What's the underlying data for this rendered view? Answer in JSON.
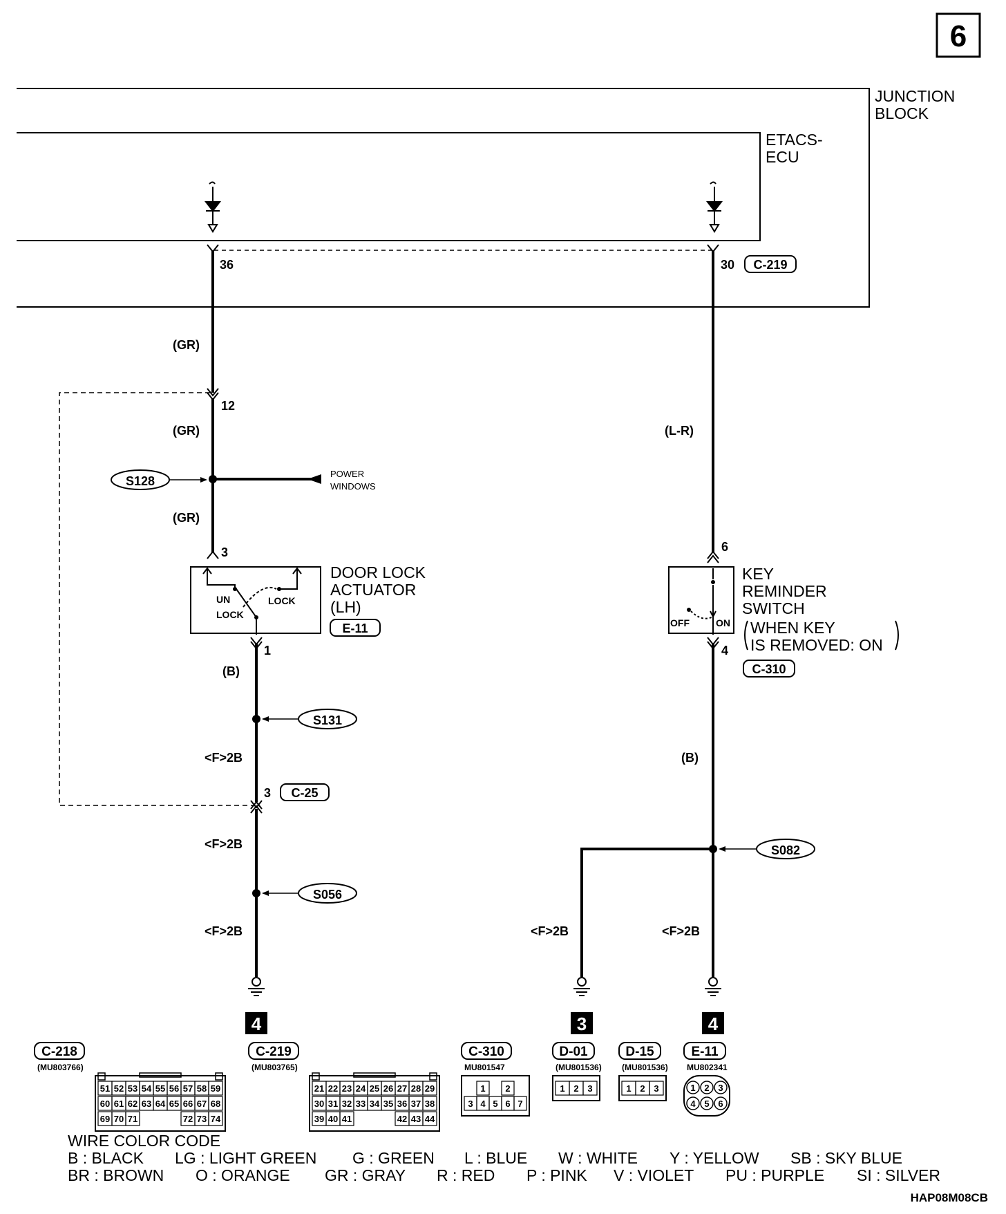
{
  "page_number": "6",
  "junction_block_label": "JUNCTION\nBLOCK",
  "etacs_label": "ETACS-\nECU",
  "left_circuit": {
    "terminal_top": "36",
    "wire_gr_1": "(GR)",
    "terminal_12": "12",
    "wire_gr_2": "(GR)",
    "splice_s128": "S128",
    "power_windows": "POWER\nWINDOWS",
    "wire_gr_3": "(GR)",
    "terminal_3": "3",
    "actuator_label": "DOOR LOCK\nACTUATOR\n(LH)",
    "actuator_connector": "E-11",
    "unlock_label": "UN\nLOCK",
    "lock_label": "LOCK",
    "terminal_1": "1",
    "wire_b": "(B)",
    "splice_s131": "S131",
    "wire_f2b_1": "<F>2B",
    "terminal_3b": "3",
    "connector_c25": "C-25",
    "wire_f2b_2": "<F>2B",
    "splice_s056": "S056",
    "wire_f2b_3": "<F>2B",
    "ground_number": "4"
  },
  "right_circuit": {
    "terminal_top": "30",
    "connector_c219": "C-219",
    "wire_lr": "(L-R)",
    "terminal_6": "6",
    "switch_label": "KEY\nREMINDER\nSWITCH",
    "switch_note": "WHEN KEY\nIS REMOVED: ON",
    "off_label": "OFF",
    "on_label": "ON",
    "terminal_4": "4",
    "switch_connector": "C-310",
    "wire_b": "(B)",
    "splice_s082": "S082",
    "wire_f2b_left": "<F>2B",
    "wire_f2b_right": "<F>2B",
    "ground_left_number": "3",
    "ground_right_number": "4"
  },
  "connectors": [
    {
      "id": "C-218",
      "part": "(MU803766)",
      "rows": [
        [
          "51",
          "52",
          "53",
          "54",
          "55",
          "56",
          "57",
          "58",
          "59"
        ],
        [
          "60",
          "61",
          "62",
          "63",
          "64",
          "65",
          "66",
          "67",
          "68"
        ],
        [
          "69",
          "70",
          "71",
          "",
          "",
          "",
          "72",
          "73",
          "74"
        ]
      ]
    },
    {
      "id": "C-219",
      "part": "(MU803765)",
      "rows": [
        [
          "21",
          "22",
          "23",
          "24",
          "25",
          "26",
          "27",
          "28",
          "29"
        ],
        [
          "30",
          "31",
          "32",
          "33",
          "34",
          "35",
          "36",
          "37",
          "38"
        ],
        [
          "39",
          "40",
          "41",
          "",
          "",
          "",
          "42",
          "43",
          "44"
        ]
      ]
    },
    {
      "id": "C-310",
      "part": "MU801547",
      "rows": [
        [
          "1",
          "",
          "2"
        ],
        [
          "3",
          "4",
          "5",
          "6",
          "7"
        ]
      ]
    },
    {
      "id": "D-01",
      "part": "(MU801536)",
      "rows": [
        [
          "1",
          "2",
          "3"
        ]
      ]
    },
    {
      "id": "D-15",
      "part": "(MU801536)",
      "rows": [
        [
          "1",
          "2",
          "3"
        ]
      ]
    },
    {
      "id": "E-11",
      "part": "MU802341",
      "rows": [
        [
          "1",
          "2",
          "3"
        ],
        [
          "4",
          "5",
          "6"
        ]
      ]
    }
  ],
  "wire_color_code": {
    "title": "WIRE COLOR CODE",
    "row1": [
      "B : BLACK",
      "LG : LIGHT GREEN",
      "G : GREEN",
      "L : BLUE",
      "W : WHITE",
      "Y : YELLOW",
      "SB : SKY BLUE"
    ],
    "row2": [
      "BR : BROWN",
      "O : ORANGE",
      "GR : GRAY",
      "R : RED",
      "P : PINK",
      "V : VIOLET",
      "PU : PURPLE",
      "SI : SILVER"
    ]
  },
  "drawing_code": "HAP08M08CB"
}
